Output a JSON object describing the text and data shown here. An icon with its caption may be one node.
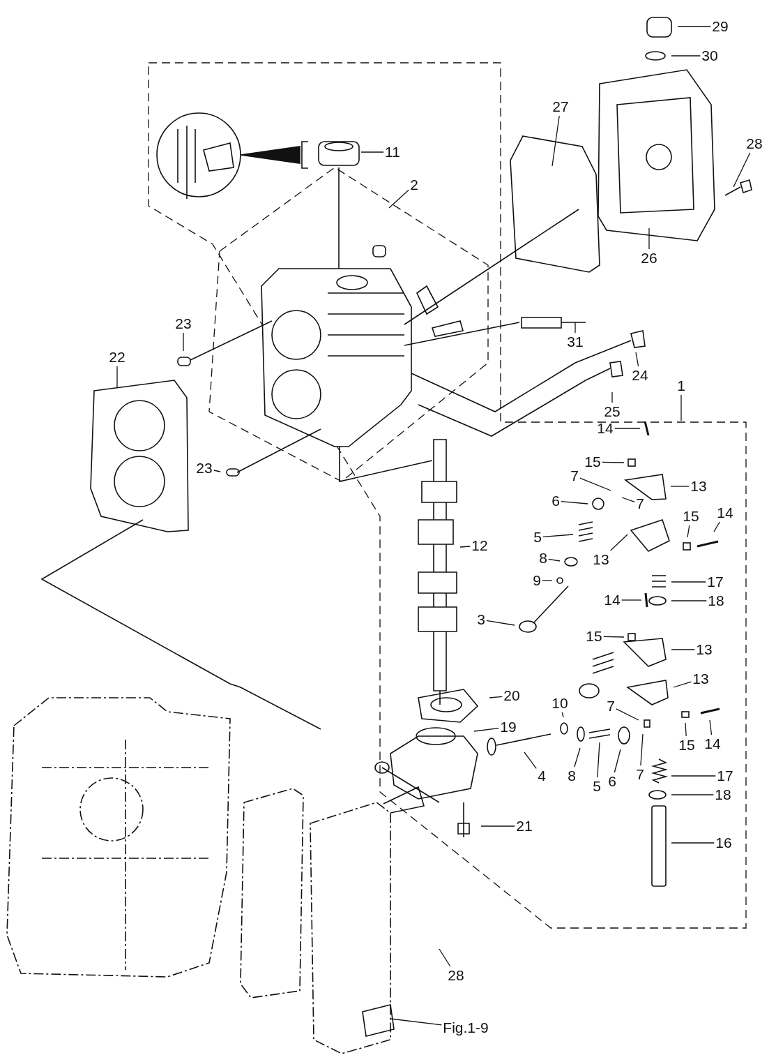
{
  "diagram": {
    "nodes": [
      {
        "text": [
          "29"
        ]
      },
      {
        "text": [
          "30"
        ]
      },
      {
        "text": [
          "27"
        ]
      },
      {
        "text": [
          "28"
        ]
      },
      {
        "text": [
          "11"
        ]
      },
      {
        "text": [
          "2"
        ]
      },
      {
        "text": [
          "26"
        ]
      },
      {
        "text": [
          "23"
        ]
      },
      {
        "text": [
          "31"
        ]
      },
      {
        "text": [
          "22"
        ]
      },
      {
        "text": [
          "24"
        ]
      },
      {
        "text": [
          "25"
        ]
      },
      {
        "text": [
          "1"
        ]
      },
      {
        "text": [
          "14"
        ]
      },
      {
        "text": [
          "15"
        ]
      },
      {
        "text": [
          "7"
        ]
      },
      {
        "text": [
          "13"
        ]
      },
      {
        "text": [
          "6"
        ]
      },
      {
        "text": [
          "7"
        ]
      },
      {
        "text": [
          "23"
        ]
      },
      {
        "text": [
          "12"
        ]
      },
      {
        "text": [
          "5"
        ]
      },
      {
        "text": [
          "13"
        ]
      },
      {
        "text": [
          "15"
        ]
      },
      {
        "text": [
          "14"
        ]
      },
      {
        "text": [
          "8"
        ]
      },
      {
        "text": [
          "9"
        ]
      },
      {
        "text": [
          "17"
        ]
      },
      {
        "text": [
          "18"
        ]
      },
      {
        "text": [
          "3"
        ]
      },
      {
        "text": [
          "14"
        ]
      },
      {
        "text": [
          "15"
        ]
      },
      {
        "text": [
          "13"
        ]
      },
      {
        "text": [
          "13"
        ]
      },
      {
        "text": [
          "20"
        ]
      },
      {
        "text": [
          "10"
        ]
      },
      {
        "text": [
          "19"
        ]
      },
      {
        "text": [
          "7"
        ]
      },
      {
        "text": [
          "14"
        ]
      },
      {
        "text": [
          "4"
        ]
      },
      {
        "text": [
          "8"
        ]
      },
      {
        "text": [
          "5"
        ]
      },
      {
        "text": [
          "6"
        ]
      },
      {
        "text": [
          "15"
        ]
      },
      {
        "text": [
          "7"
        ]
      },
      {
        "text": [
          "17"
        ]
      },
      {
        "text": [
          "18"
        ]
      },
      {
        "text": [
          "21"
        ]
      },
      {
        "text": [
          "16"
        ]
      },
      {
        "text": [
          "28"
        ]
      },
      {
        "text": [
          "Fig.1-9"
        ]
      }
    ],
    "edges": [
      {
        "from": 0,
        "to": null,
        "arrow": "none"
      },
      {
        "from": 1,
        "to": null,
        "arrow": "none"
      },
      {
        "from": 2,
        "to": null,
        "arrow": "none"
      },
      {
        "from": 3,
        "to": null,
        "arrow": "none"
      },
      {
        "from": 4,
        "to": null,
        "arrow": "none"
      },
      {
        "from": 5,
        "to": null,
        "arrow": "none"
      },
      {
        "from": 6,
        "to": null,
        "arrow": "none"
      },
      {
        "from": 7,
        "to": null,
        "arrow": "none"
      },
      {
        "from": 8,
        "to": null,
        "arrow": "none"
      },
      {
        "from": 9,
        "to": null,
        "arrow": "none"
      },
      {
        "from": 10,
        "to": null,
        "arrow": "none"
      },
      {
        "from": 11,
        "to": null,
        "arrow": "none"
      },
      {
        "from": 12,
        "to": null,
        "arrow": "none"
      },
      {
        "from": 13,
        "to": null,
        "arrow": "none"
      },
      {
        "from": 14,
        "to": null,
        "arrow": "none"
      },
      {
        "from": 15,
        "to": null,
        "arrow": "none"
      },
      {
        "from": 16,
        "to": null,
        "arrow": "none"
      },
      {
        "from": 17,
        "to": null,
        "arrow": "none"
      },
      {
        "from": 18,
        "to": null,
        "arrow": "none"
      },
      {
        "from": 19,
        "to": null,
        "arrow": "none"
      },
      {
        "from": 20,
        "to": null,
        "arrow": "none"
      },
      {
        "from": 21,
        "to": null,
        "arrow": "none"
      },
      {
        "from": 22,
        "to": null,
        "arrow": "none"
      },
      {
        "from": 23,
        "to": null,
        "arrow": "none"
      },
      {
        "from": 24,
        "to": null,
        "arrow": "none"
      },
      {
        "from": 25,
        "to": null,
        "arrow": "none"
      },
      {
        "from": 26,
        "to": null,
        "arrow": "none"
      },
      {
        "from": 27,
        "to": null,
        "arrow": "none"
      },
      {
        "from": 28,
        "to": null,
        "arrow": "none"
      },
      {
        "from": 29,
        "to": null,
        "arrow": "none"
      },
      {
        "from": 30,
        "to": null,
        "arrow": "none"
      },
      {
        "from": 31,
        "to": null,
        "arrow": "none"
      },
      {
        "from": 32,
        "to": null,
        "arrow": "none"
      },
      {
        "from": 33,
        "to": null,
        "arrow": "none"
      },
      {
        "from": 34,
        "to": null,
        "arrow": "none"
      },
      {
        "from": 35,
        "to": null,
        "arrow": "none"
      },
      {
        "from": 36,
        "to": null,
        "arrow": "none"
      },
      {
        "from": 37,
        "to": null,
        "arrow": "none"
      },
      {
        "from": 38,
        "to": null,
        "arrow": "none"
      },
      {
        "from": 39,
        "to": null,
        "arrow": "none"
      },
      {
        "from": 40,
        "to": null,
        "arrow": "none"
      },
      {
        "from": 41,
        "to": null,
        "arrow": "none"
      },
      {
        "from": 42,
        "to": null,
        "arrow": "none"
      },
      {
        "from": 43,
        "to": null,
        "arrow": "none"
      },
      {
        "from": 44,
        "to": null,
        "arrow": "none"
      },
      {
        "from": 45,
        "to": null,
        "arrow": "none"
      },
      {
        "from": 46,
        "to": null,
        "arrow": "none"
      },
      {
        "from": 47,
        "to": null,
        "arrow": "none"
      },
      {
        "from": 48,
        "to": null,
        "arrow": "none"
      },
      {
        "from": 49,
        "to": null,
        "arrow": "none"
      },
      {
        "from": 50,
        "to": null,
        "arrow": "none"
      }
    ]
  }
}
